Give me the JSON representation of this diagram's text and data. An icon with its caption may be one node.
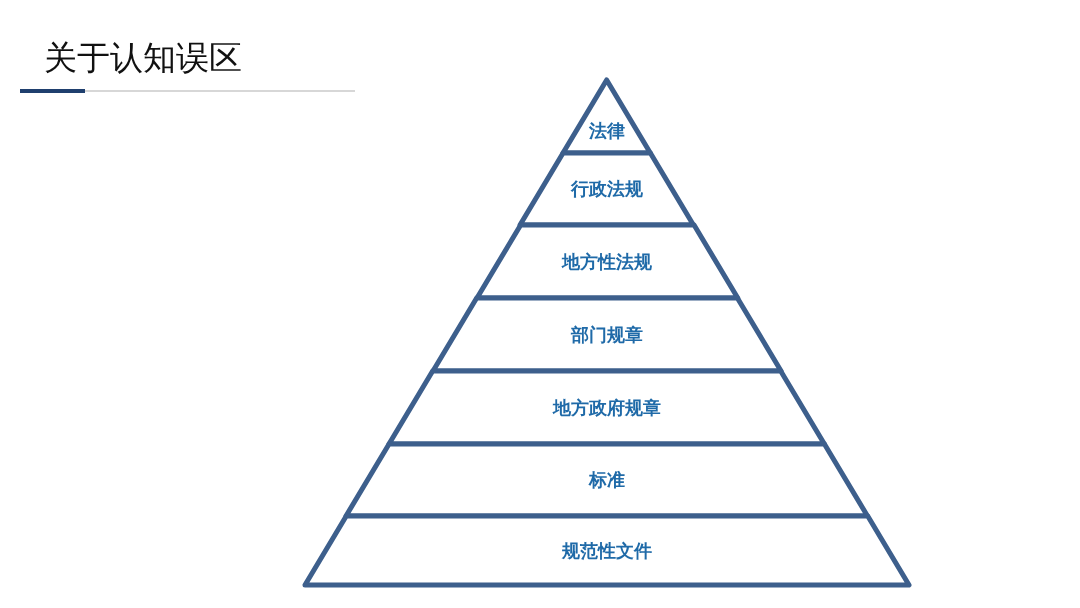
{
  "diagram": {
    "title": "关于认知误区",
    "nodes": [
      {
        "text": [
          "法律"
        ]
      },
      {
        "text": [
          "行政法规"
        ]
      },
      {
        "text": [
          "地方性法规"
        ]
      },
      {
        "text": [
          "部门规章"
        ]
      },
      {
        "text": [
          "地方政府规章"
        ]
      },
      {
        "text": [
          "标准"
        ]
      },
      {
        "text": [
          "规范性文件"
        ]
      }
    ]
  }
}
